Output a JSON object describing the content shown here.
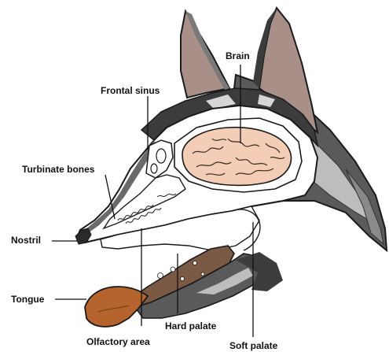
{
  "labels": {
    "brain": "Brain",
    "frontal_sinus": "Frontal sinus",
    "turbinate_bones": "Turbinate bones",
    "nostril": "Nostril",
    "tongue": "Tongue",
    "olfactory_area": "Olfactory area",
    "hard_palate": "Hard palate",
    "soft_palate": "Soft palate"
  },
  "colors": {
    "outline": "#1a1a1a",
    "fur_dark": "#3c3c3c",
    "fur_mid": "#8a8a8a",
    "fur_light": "#c4c4c4",
    "ear_inner": "#a89088",
    "brain": "#f3cdb5",
    "tongue": "#b5642e",
    "palate": "#7a5a44",
    "background": "#ffffff"
  }
}
